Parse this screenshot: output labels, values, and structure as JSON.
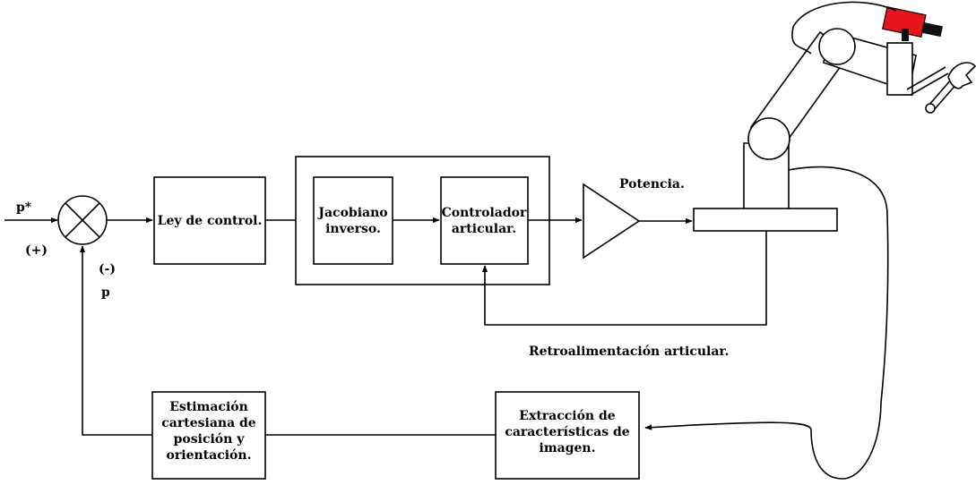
{
  "blocks": {
    "control_law": "Ley de control.",
    "inverse_jacobian": [
      "Jacobiano",
      "inverso."
    ],
    "joint_controller": [
      "Controlador",
      "articular."
    ],
    "pose_estimation": [
      "Estimación",
      "cartesiana de",
      "posición y",
      "orientación."
    ],
    "feature_extraction": [
      "Extracción de",
      "características de",
      "imagen."
    ]
  },
  "labels": {
    "reference": "p*",
    "plus": "(+)",
    "minus": "(-)",
    "measured": "p",
    "power": "Potencia.",
    "joint_feedback": "Retroalimentación articular."
  },
  "colors": {
    "camera": "#e8141c",
    "line": "#000000",
    "background": "#ffffff"
  },
  "icons": [
    "summing-junction-icon",
    "amplifier-icon",
    "robot-arm-icon",
    "camera-icon",
    "wrench-icon"
  ]
}
